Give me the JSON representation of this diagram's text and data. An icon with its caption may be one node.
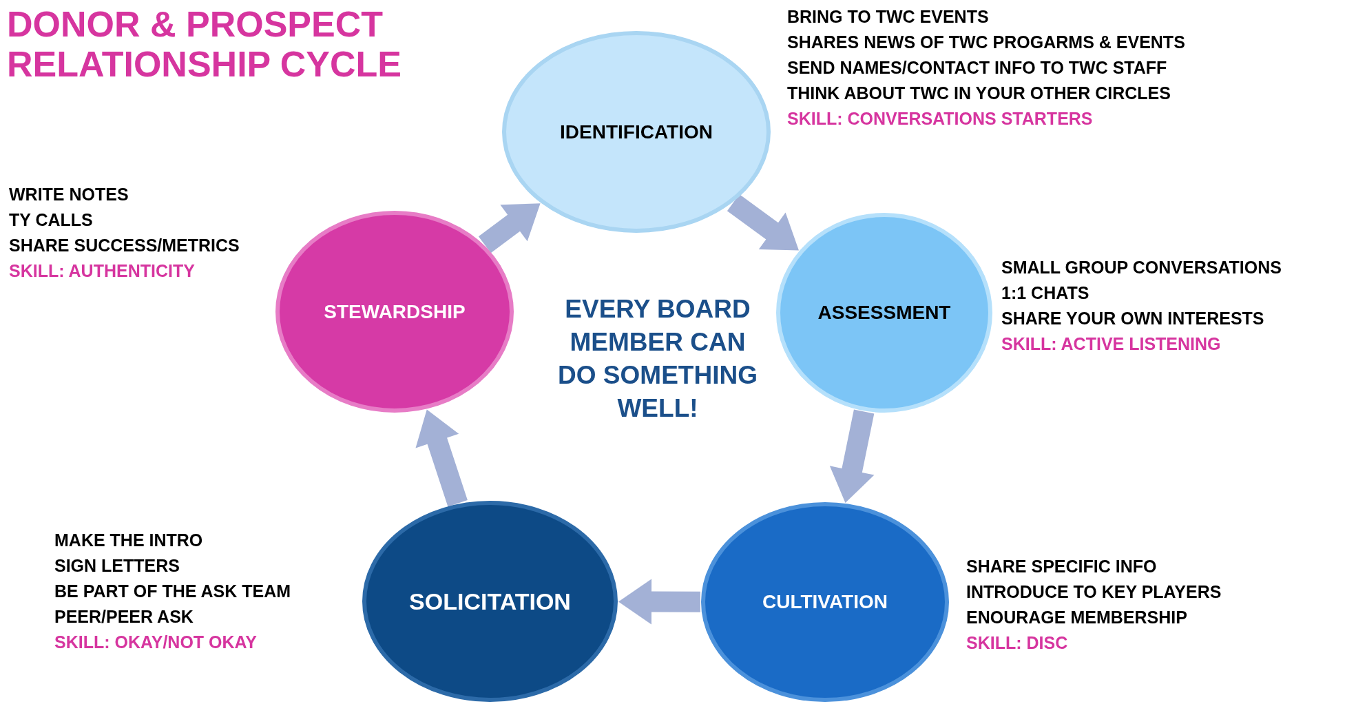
{
  "diagram": {
    "title": "DONOR & PROSPECT RELATIONSHIP CYCLE",
    "nodes": [
      {
        "text": [
          "IDENTIFICATION"
        ],
        "beside": [
          "BRING TO TWC EVENTS",
          "SHARES NEWS OF TWC PROGARMS & EVENTS",
          "SEND NAMES/CONTACT INFO TO TWC STAFF",
          "THINK ABOUT TWC IN YOUR OTHER CIRCLES",
          "SKILL: CONVERSATIONS STARTERS"
        ]
      },
      {
        "text": [
          "ASSESSMENT"
        ],
        "beside": [
          "SMALL GROUP CONVERSATIONS",
          "1:1 CHATS",
          "SHARE YOUR OWN INTERESTS",
          "SKILL: ACTIVE LISTENING"
        ]
      },
      {
        "text": [
          "CULTIVATION"
        ],
        "beside": [
          "SHARE SPECIFIC INFO",
          "INTRODUCE TO KEY PLAYERS",
          "ENOURAGE MEMBERSHIP",
          "SKILL: DISC"
        ]
      },
      {
        "text": [
          "SOLICITATION"
        ],
        "beside": [
          "MAKE THE INTRO",
          "SIGN LETTERS",
          "BE PART OF THE ASK TEAM",
          "PEER/PEER ASK",
          "SKILL: OKAY/NOT OKAY"
        ]
      },
      {
        "text": [
          "STEWARDSHIP"
        ],
        "beside": [
          "WRITE NOTES",
          "TY CALLS",
          "SHARE SUCCESS/METRICS",
          "SKILL: AUTHENTICITY"
        ]
      }
    ],
    "edges": [
      {
        "from": 4,
        "to": 0,
        "arrow": "to",
        "style": "thick"
      },
      {
        "from": 0,
        "to": 1,
        "arrow": "to",
        "style": "thick"
      },
      {
        "from": 1,
        "to": 2,
        "arrow": "to",
        "style": "thick"
      },
      {
        "from": 2,
        "to": 3,
        "arrow": "to",
        "style": "thick"
      },
      {
        "from": 3,
        "to": 4,
        "arrow": "to",
        "style": "thick"
      }
    ],
    "labels": [
      "EVERY BOARD MEMBER CAN DO SOMETHING WELL!"
    ]
  }
}
